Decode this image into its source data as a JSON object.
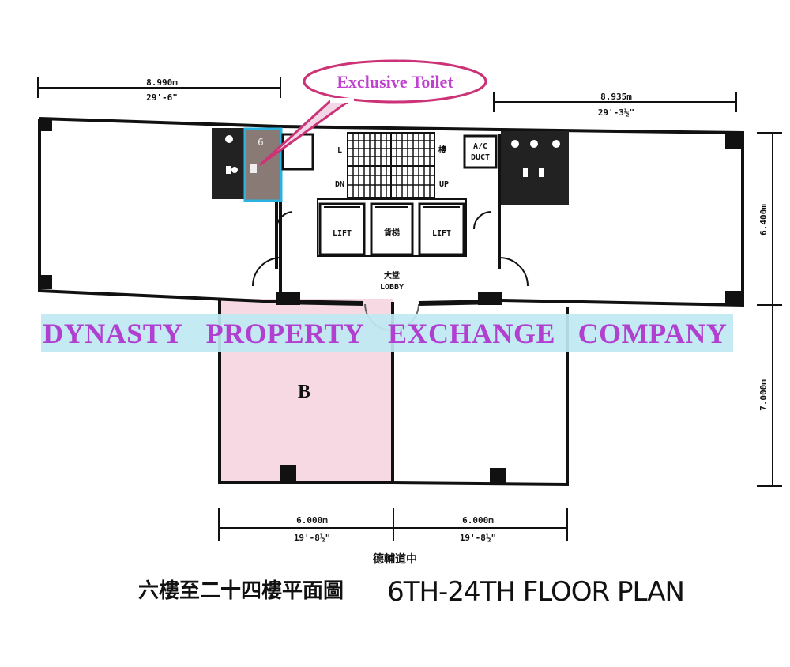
{
  "callout": {
    "text": "Exclusive Toilet",
    "color": "#c040d0"
  },
  "watermark": {
    "words": [
      "DYNASTY",
      "PROPERTY",
      "EXCHANGE",
      "COMPANY"
    ],
    "text_color": "#b13fd0",
    "band_color": "#bfe9f3"
  },
  "unit": {
    "label": "B",
    "highlight_color": "#f7d9e4"
  },
  "dimensions": {
    "top_left_m": "8.990m",
    "top_left_ft": "29'-6\"",
    "top_right_m": "8.935m",
    "top_right_ft": "29'-3½\"",
    "right_upper": "6.400m",
    "right_lower": "7.000m",
    "bottom_left_m": "6.000m",
    "bottom_left_ft": "19'-8½\"",
    "bottom_right_m": "6.000m",
    "bottom_right_ft": "19'-8½\""
  },
  "core": {
    "lift_left": "LIFT",
    "lift_middle": "貨梯",
    "lift_right": "LIFT",
    "lobby_cn": "大堂",
    "lobby_en": "LOBBY",
    "stair_dn": "DN",
    "stair_up": "UP",
    "stair_left_mark": "L",
    "stair_right_mark": "樓",
    "ac_duct_1": "A/C",
    "ac_duct_2": "DUCT"
  },
  "road_name": "德輔道中",
  "title_cn": "六樓至二十四樓平面圖",
  "title_en": "6TH-24TH FLOOR PLAN"
}
